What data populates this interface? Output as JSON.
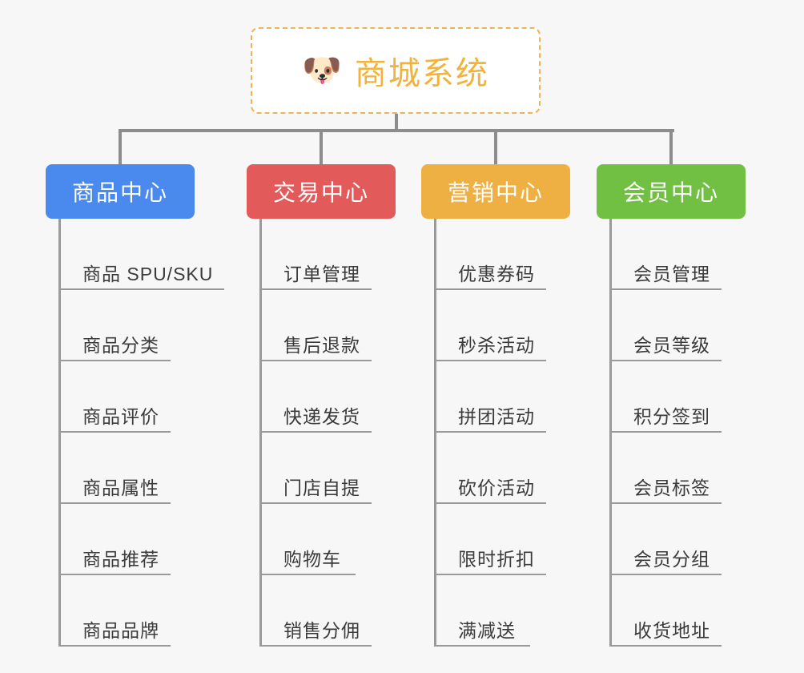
{
  "page": {
    "background_color": "#f7f7f7",
    "connector_color": "#8d8d8d"
  },
  "root": {
    "icon": "shiba-dog-face-emoji",
    "emoji": "🐶",
    "title": "商城系统",
    "text_color": "#f2b33d",
    "border_color": "#f0b252",
    "fill_color": "#ffffff"
  },
  "categories": [
    {
      "label": "商品中心",
      "color": "#4a89ed",
      "items": [
        "商品 SPU/SKU",
        "商品分类",
        "商品评价",
        "商品属性",
        "商品推荐",
        "商品品牌"
      ]
    },
    {
      "label": "交易中心",
      "color": "#e25a5a",
      "items": [
        "订单管理",
        "售后退款",
        "快递发货",
        "门店自提",
        "购物车",
        "销售分佣"
      ]
    },
    {
      "label": "营销中心",
      "color": "#eeb043",
      "items": [
        "优惠券码",
        "秒杀活动",
        "拼团活动",
        "砍价活动",
        "限时折扣",
        "满减送"
      ]
    },
    {
      "label": "会员中心",
      "color": "#72c043",
      "items": [
        "会员管理",
        "会员等级",
        "积分签到",
        "会员标签",
        "会员分组",
        "收货地址"
      ]
    }
  ]
}
